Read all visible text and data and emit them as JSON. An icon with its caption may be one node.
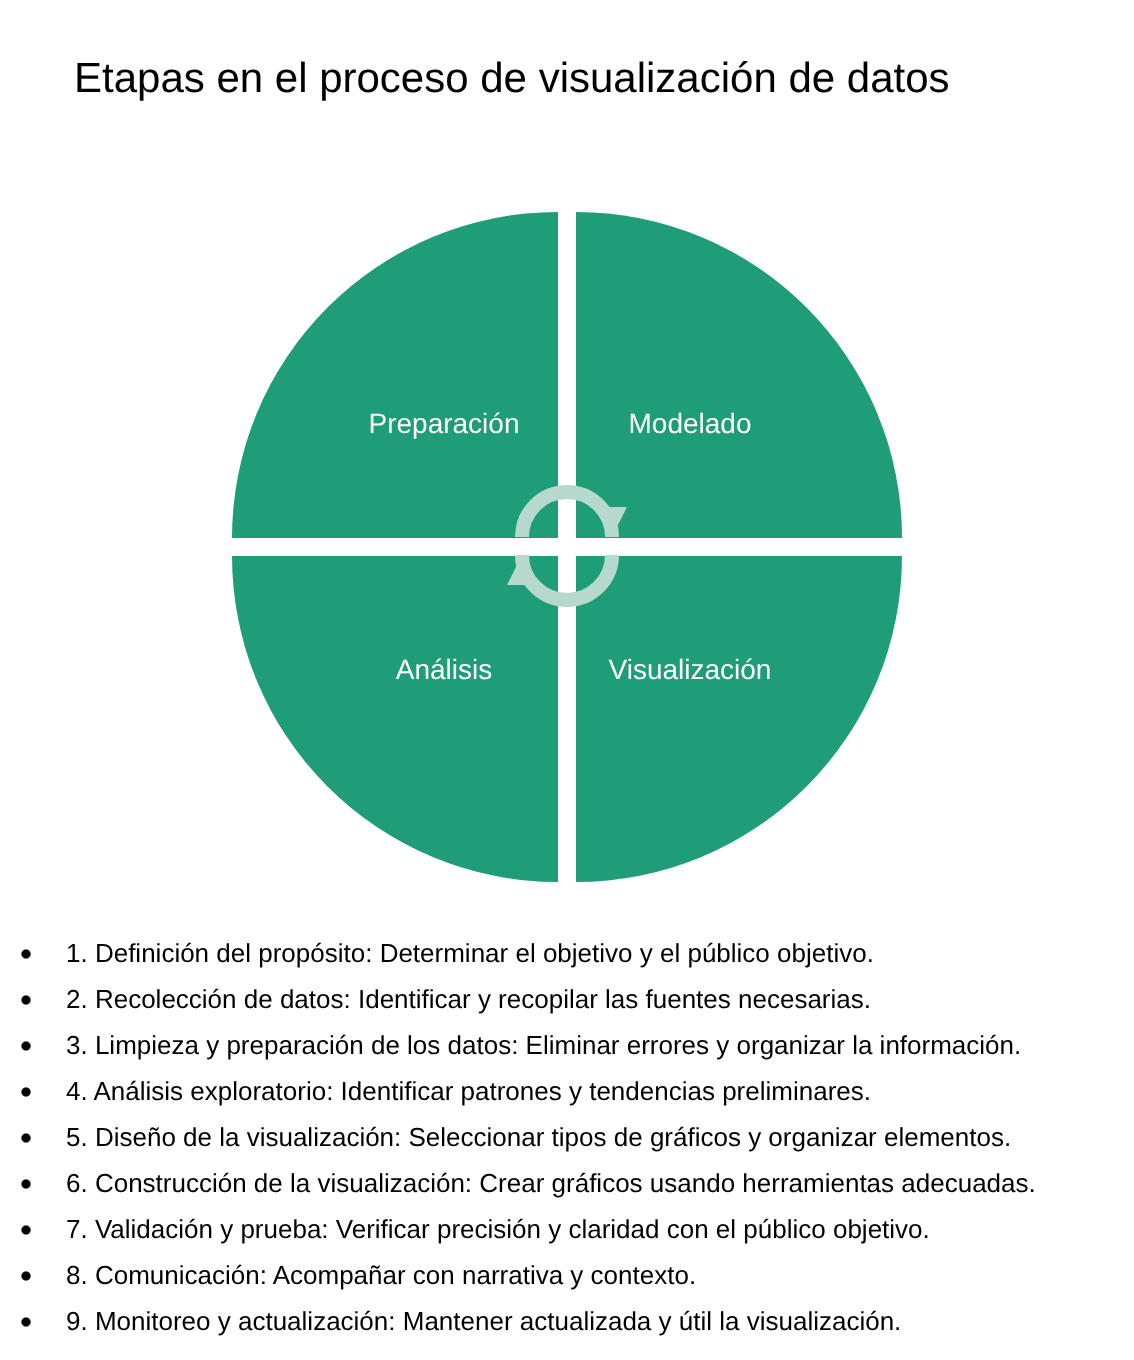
{
  "diagram": {
    "title": "Etapas en el proceso de visualización de datos",
    "nodes": [
      {
        "text": [
          "Preparación"
        ]
      },
      {
        "text": [
          "Modelado"
        ]
      },
      {
        "text": [
          "Análisis"
        ]
      },
      {
        "text": [
          "Visualización"
        ]
      }
    ],
    "edges": [
      {
        "from": 0,
        "to": 1,
        "arrow": "to"
      },
      {
        "from": 3,
        "to": 2,
        "arrow": "to"
      }
    ],
    "labels": [
      "1. Definición del propósito: Determinar el objetivo y el público objetivo.",
      "2. Recolección de datos: Identificar y recopilar las fuentes necesarias.",
      "3. Limpieza y preparación de los datos: Eliminar errores y organizar la información.",
      "4. Análisis exploratorio: Identificar patrones y tendencias preliminares.",
      "5. Diseño de la visualización: Seleccionar tipos de gráficos y organizar elementos.",
      "6. Construcción de la visualización: Crear gráficos usando herramientas adecuadas.",
      "7. Validación y prueba: Verificar precisión y claridad con el público objetivo.",
      "8. Comunicación: Acompañar con narrativa y contexto.",
      "9. Monitoreo y actualización: Mantener actualizada y útil la visualización."
    ]
  }
}
